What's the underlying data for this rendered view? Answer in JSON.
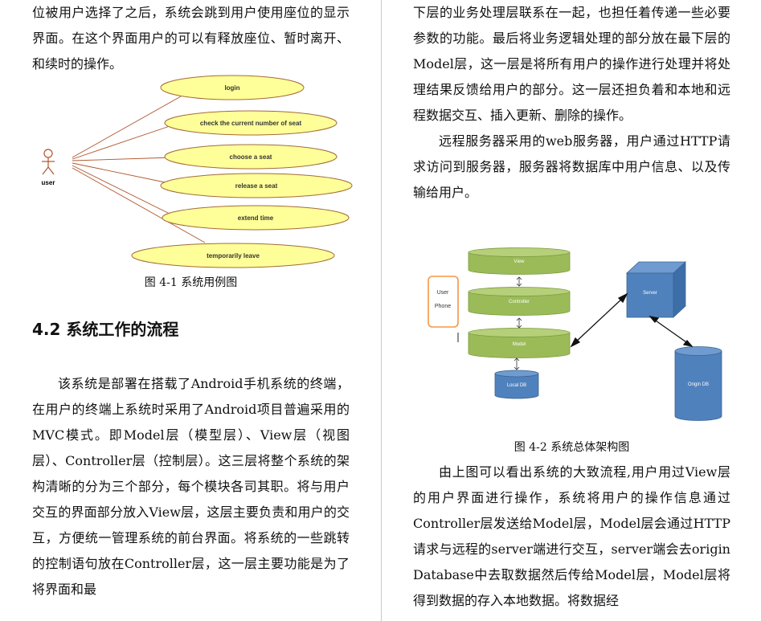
{
  "left_column": {
    "para_top": "位被用户选择了之后，系统会跳到用户使用座位的显示界面。在这个界面用户的可以有释放座位、暂时离开、和续时的操作。",
    "figure1": {
      "actor_label": "user",
      "use_cases": [
        "login",
        "check the current number of seat",
        "choose a seat",
        "release a seat",
        "extend time",
        "temporarily leave"
      ],
      "caption": "图 4-1 系统用例图"
    },
    "section_heading": "4.2 系统工作的流程",
    "para_body": "该系统是部署在搭载了Android手机系统的终端，在用户的终端上系统时采用了Android项目普遍采用的MVC模式。即Model层（模型层）、View层（视图层）、Controller层（控制层）。这三层将整个系统的架构清晰的分为三个部分，每个模块各司其职。将与用户交互的界面部分放入View层，这层主要负责和用户的交互，方便统一管理系统的前台界面。将系统的一些跳转的控制语句放在Controller层，这一层主要功能是为了将界面和最"
  },
  "right_column": {
    "para_top": "下层的业务处理层联系在一起，也担任着传递一些必要参数的功能。最后将业务逻辑处理的部分放在最下层的Model层，这一层是将所有用户的操作进行处理并将处理结果反馈给用户的部分。这一层还担负着和本地和远程数据交互、插入更新、删除的操作。",
    "para_server": "远程服务器采用的web服务器，用户通过HTTP请求访问到服务器，服务器将数据库中用户信息、以及传输给用户。",
    "figure2": {
      "user_box_line1": "User",
      "user_box_line2": "Phone",
      "layer_view": "View",
      "layer_controller": "Controller",
      "layer_model": "Model",
      "local_db": "Local DB",
      "server": "Server",
      "origin_db": "Origin DB",
      "caption": "图 4-2 系统总体架构图",
      "colors": {
        "layer_fill": "#9bbb59",
        "db_fill": "#4f81bd",
        "user_border": "#f79646"
      }
    },
    "para_bottom": "由上图可以看出系统的大致流程,用户用过View层的用户界面进行操作，系统将用户的操作信息通过Controller层发送给Model层，Model层会通过HTTP请求与远程的server端进行交互，server端会去origin Database中去取数据然后传给Model层，Model层将得到数据的存入本地数据。将数据经"
  }
}
